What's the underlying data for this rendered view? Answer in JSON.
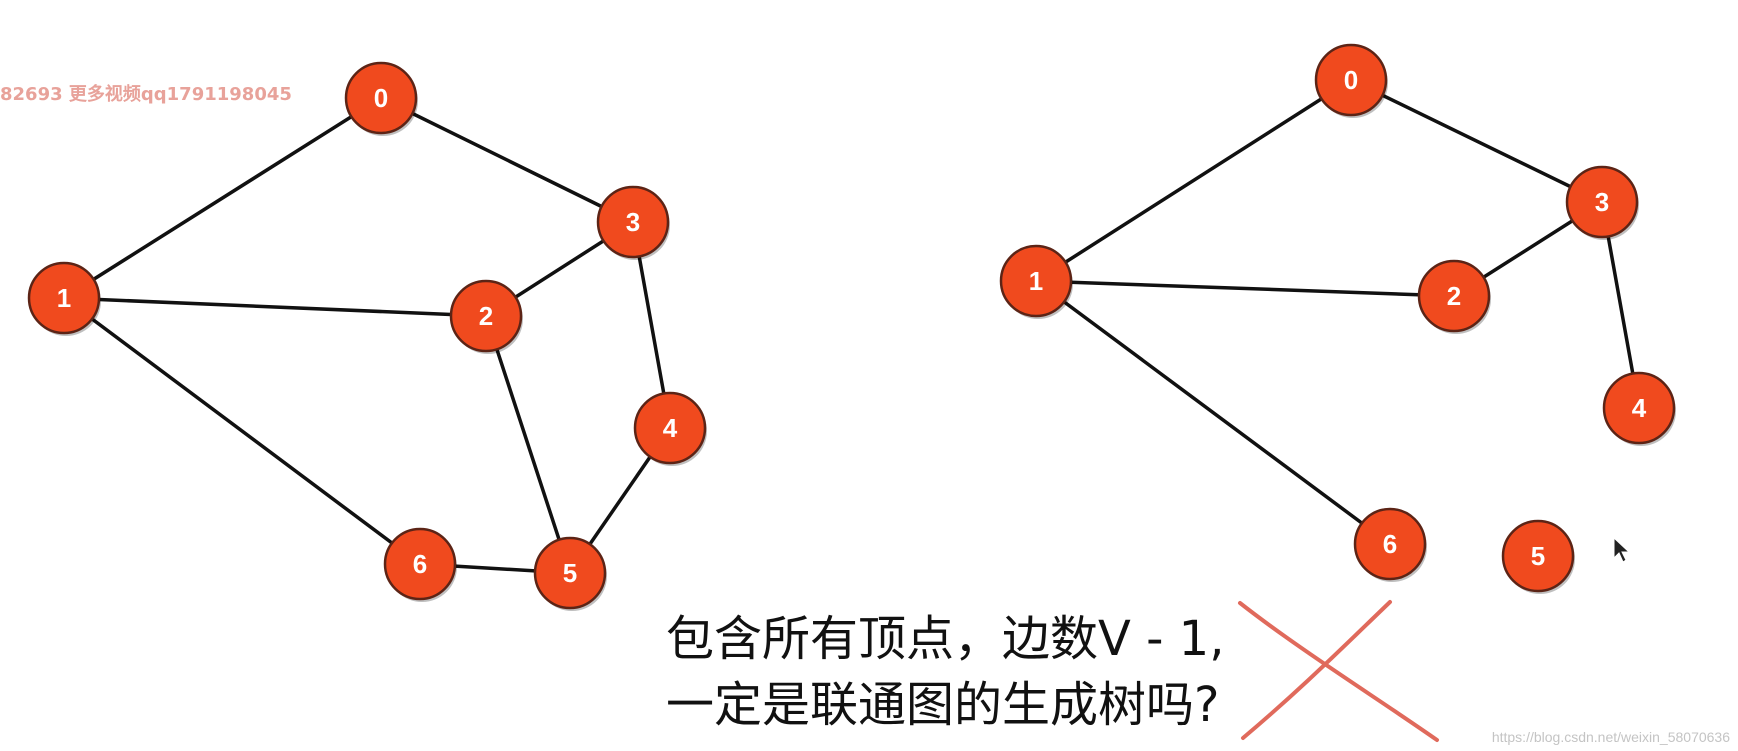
{
  "watermarks": {
    "top_left": "82693 更多视频qq1791198045",
    "bottom_right": "https://blog.csdn.net/weixin_58070636"
  },
  "question": {
    "line1": "包含所有顶点，边数V - 1,",
    "line2": "一定是联通图的生成树吗?"
  },
  "colors": {
    "node_fill": "#f04a1e",
    "node_stroke": "#5c2416",
    "edge": "#111111",
    "cross": "#e06a5c"
  },
  "graphs": [
    {
      "id": "left-graph",
      "nodes": [
        {
          "id": "0",
          "label": "0"
        },
        {
          "id": "1",
          "label": "1"
        },
        {
          "id": "2",
          "label": "2"
        },
        {
          "id": "3",
          "label": "3"
        },
        {
          "id": "4",
          "label": "4"
        },
        {
          "id": "5",
          "label": "5"
        },
        {
          "id": "6",
          "label": "6"
        }
      ],
      "edges": [
        [
          "0",
          "1"
        ],
        [
          "0",
          "3"
        ],
        [
          "1",
          "2"
        ],
        [
          "1",
          "6"
        ],
        [
          "2",
          "3"
        ],
        [
          "2",
          "5"
        ],
        [
          "3",
          "4"
        ],
        [
          "4",
          "5"
        ],
        [
          "5",
          "6"
        ]
      ]
    },
    {
      "id": "right-graph",
      "nodes": [
        {
          "id": "0",
          "label": "0"
        },
        {
          "id": "1",
          "label": "1"
        },
        {
          "id": "2",
          "label": "2"
        },
        {
          "id": "3",
          "label": "3"
        },
        {
          "id": "4",
          "label": "4"
        },
        {
          "id": "5",
          "label": "5"
        },
        {
          "id": "6",
          "label": "6"
        }
      ],
      "edges": [
        [
          "0",
          "1"
        ],
        [
          "0",
          "3"
        ],
        [
          "1",
          "2"
        ],
        [
          "1",
          "6"
        ],
        [
          "2",
          "3"
        ],
        [
          "3",
          "4"
        ]
      ]
    }
  ]
}
